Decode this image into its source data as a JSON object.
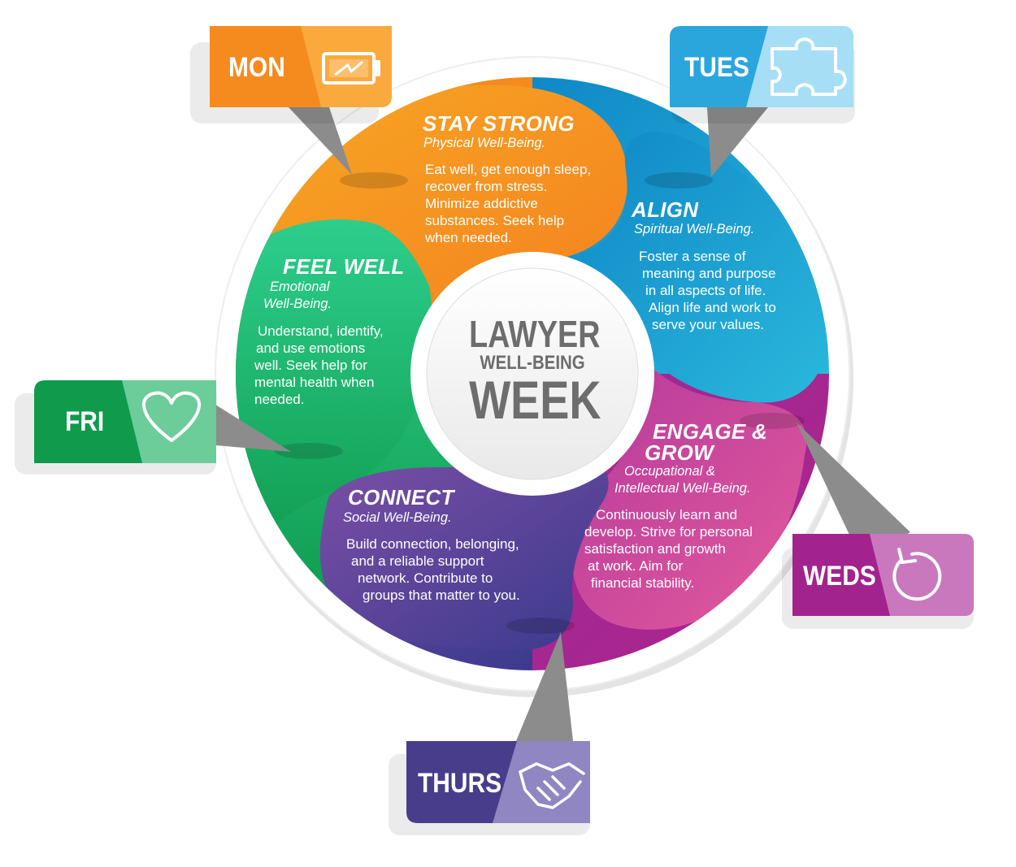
{
  "center": {
    "line1": "LAWYER",
    "line2": "WELL-BEING",
    "line3": "WEEK"
  },
  "days": {
    "mon": "MON",
    "tues": "TUES",
    "weds": "WEDS",
    "thurs": "THURS",
    "fri": "FRI"
  },
  "icons": {
    "mon": "battery-icon",
    "tues": "puzzle-piece-icon",
    "weds": "refresh-icon",
    "thurs": "handshake-icon",
    "fri": "heart-icon"
  },
  "sections": {
    "stay_strong": {
      "title": "STAY STRONG",
      "subtitle": "Physical Well-Being.",
      "lines": [
        "Eat well, get enough sleep,",
        "recover from stress.",
        "Minimize addictive",
        "substances. Seek help",
        "when needed."
      ]
    },
    "align": {
      "title": "ALIGN",
      "subtitle": "Spiritual Well-Being.",
      "lines": [
        "Foster a sense of",
        "meaning and purpose",
        "in all aspects of life.",
        "Align  life and work to",
        "serve your values."
      ]
    },
    "engage": {
      "title_line1": "ENGAGE &",
      "title_line2": "GROW",
      "subtitle_line1": "Occupational &",
      "subtitle_line2": "Intellectual Well-Being.",
      "lines": [
        "Continuously learn and",
        "develop. Strive for personal",
        "satisfaction and growth",
        "at work. Aim for",
        "financial stability."
      ]
    },
    "connect": {
      "title": "CONNECT",
      "subtitle": "Social Well-Being.",
      "lines": [
        "Build connection, belonging,",
        "and a reliable support",
        "network. Contribute to",
        "groups that matter to you."
      ]
    },
    "feel_well": {
      "title": "FEEL WELL",
      "subtitle_line1": "Emotional",
      "subtitle_line2": "Well-Being.",
      "lines": [
        "Understand, identify,",
        "and use emotions",
        "well.  Seek help for",
        "mental health when",
        "needed."
      ]
    }
  },
  "colors": {
    "orange": "#f7941d",
    "blue": "#1aa3d6",
    "purple": "#a3238e",
    "indigo": "#4b3f94",
    "green": "#22b573",
    "gray": "#6d6d6d"
  }
}
